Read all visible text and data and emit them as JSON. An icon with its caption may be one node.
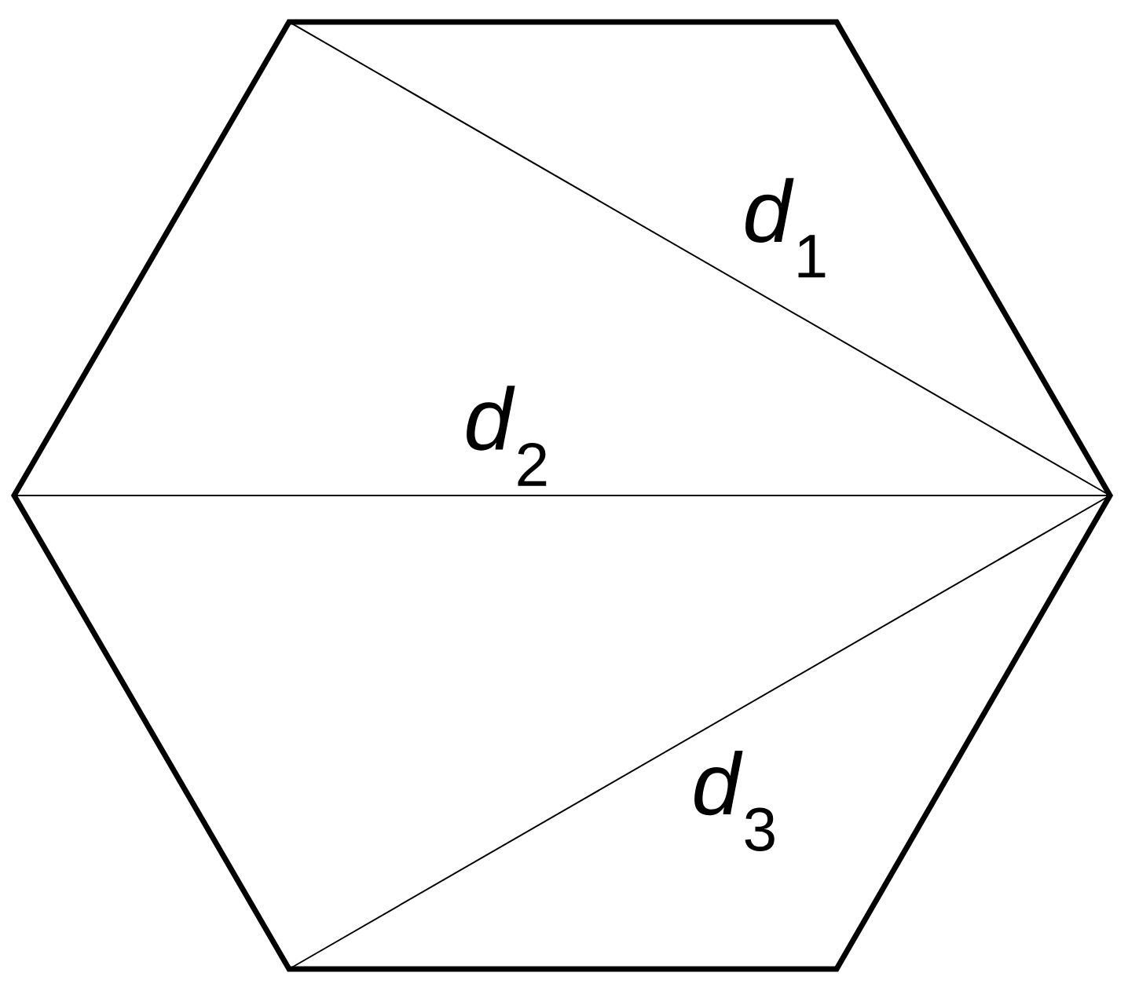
{
  "diagram": {
    "labels": [
      "*d*$_{1}$",
      "*d*$_{2}$",
      "*d*$_{3}$"
    ]
  }
}
